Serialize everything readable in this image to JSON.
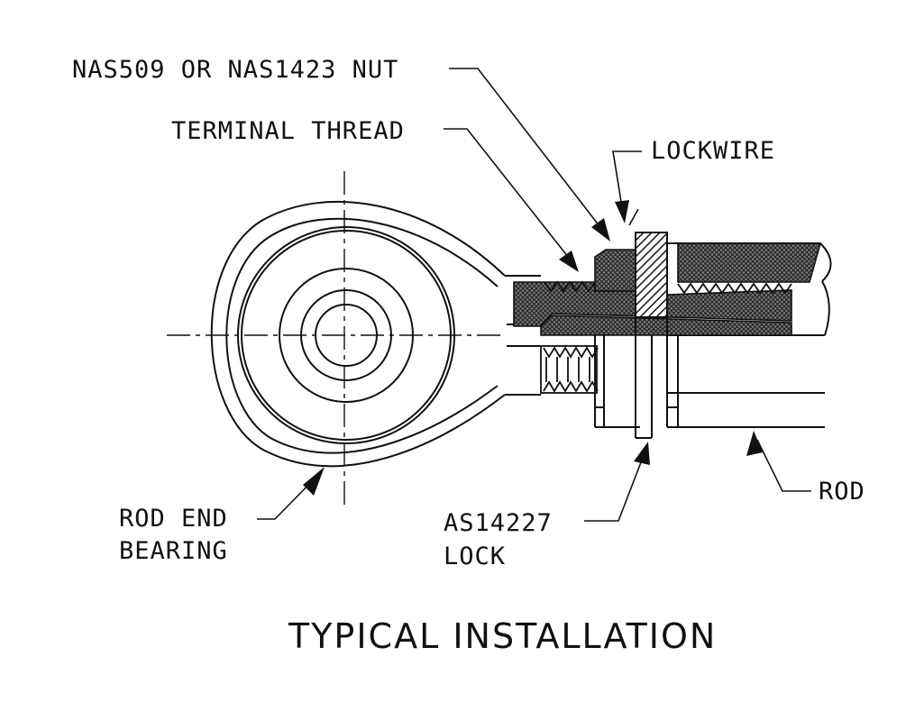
{
  "labels": {
    "nut": "NAS509 OR NAS1423 NUT",
    "thread": "TERMINAL THREAD",
    "lockwire": "LOCKWIRE",
    "bearing_line1": "ROD END",
    "bearing_line2": "BEARING",
    "lock_line1": "AS14227",
    "lock_line2": "LOCK",
    "rod": "ROD"
  },
  "caption": "TYPICAL INSTALLATION",
  "colors": {
    "line": "#111111",
    "hatch": "#222222",
    "background": "#ffffff"
  }
}
